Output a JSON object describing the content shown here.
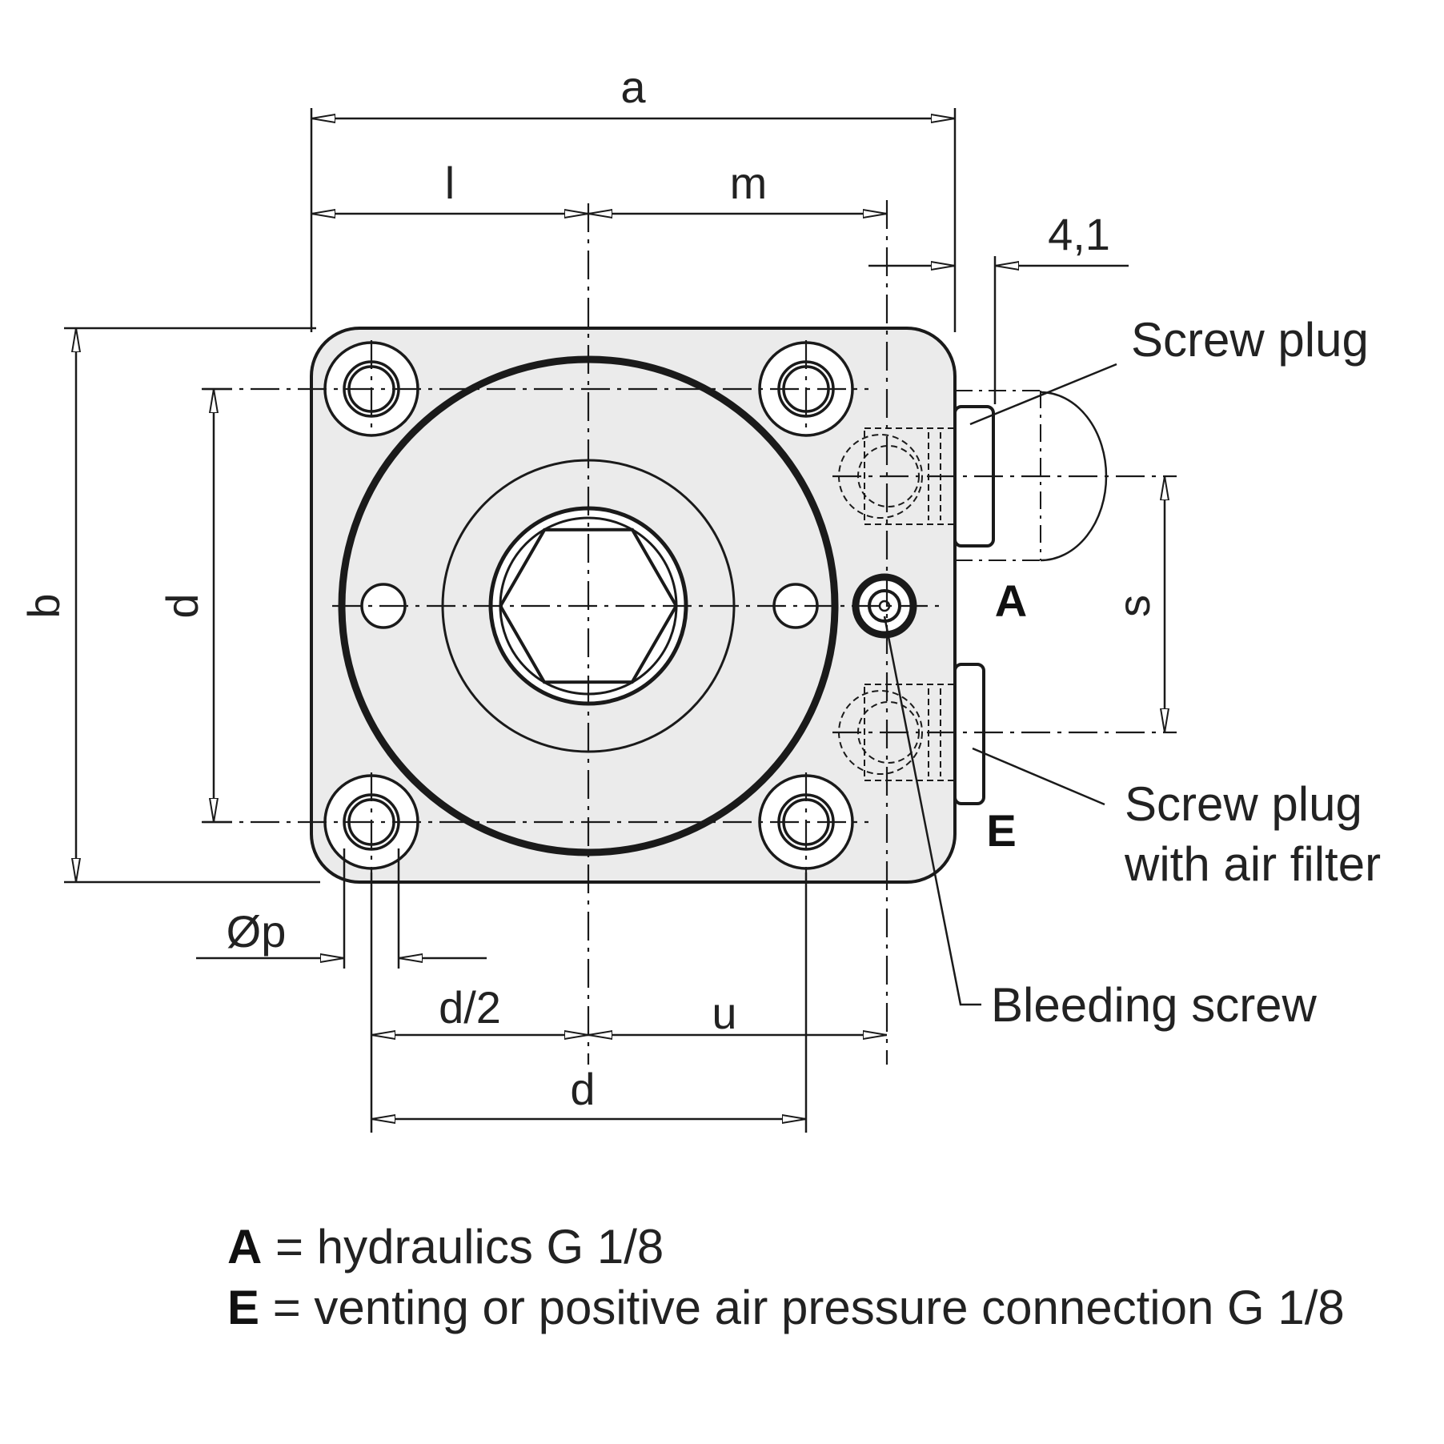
{
  "dimensions": {
    "a": "a",
    "l": "l",
    "m": "m",
    "offset": "4,1",
    "b": "b",
    "d_vertical": "d",
    "s": "s",
    "p": "Øp",
    "d_half": "d/2",
    "u": "u",
    "d_bottom": "d"
  },
  "callouts": {
    "screw_plug": "Screw plug",
    "screw_plug_air_filter_line1": "Screw plug",
    "screw_plug_air_filter_line2": "with air filter",
    "bleeding_screw": "Bleeding screw"
  },
  "ports": {
    "A": "A",
    "E": "E"
  },
  "legend": [
    {
      "key": "A",
      "text": "= hydraulics G 1/8"
    },
    {
      "key": "E",
      "text": "= venting or positive air pressure connection G 1/8"
    }
  ],
  "colors": {
    "body_fill": "#ebebeb",
    "line": "#1a1a1a"
  }
}
